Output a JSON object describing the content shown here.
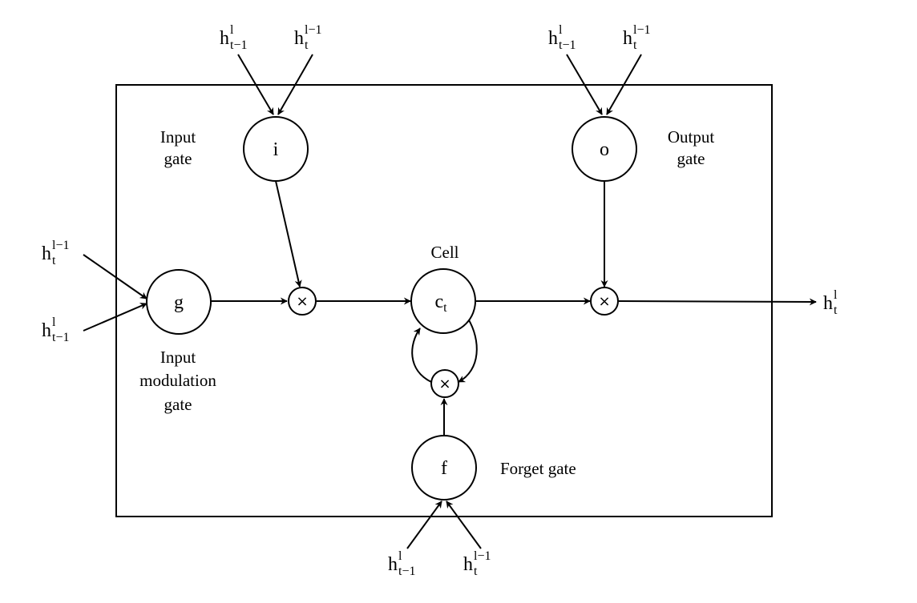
{
  "diagram": {
    "gates": {
      "input": {
        "symbol": "i",
        "label_line1": "Input",
        "label_line2": "gate"
      },
      "output": {
        "symbol": "o",
        "label_line1": "Output",
        "label_line2": "gate"
      },
      "modulation": {
        "symbol": "g",
        "label_line1": "Input",
        "label_line2": "modulation",
        "label_line3": "gate"
      },
      "forget": {
        "symbol": "f",
        "label": "Forget gate"
      },
      "cell": {
        "symbol": "c",
        "symbol_sub": "t",
        "label": "Cell"
      }
    },
    "multiply_symbol": "×",
    "inputs": {
      "prev_time": {
        "base": "h",
        "sup": "l",
        "sub": "t−1"
      },
      "prev_layer": {
        "base": "h",
        "sup": "l−1",
        "sub": "t"
      }
    },
    "output": {
      "base": "h",
      "sup": "l",
      "sub": "t"
    }
  },
  "colors": {
    "stroke": "#000000",
    "background": "#ffffff"
  }
}
